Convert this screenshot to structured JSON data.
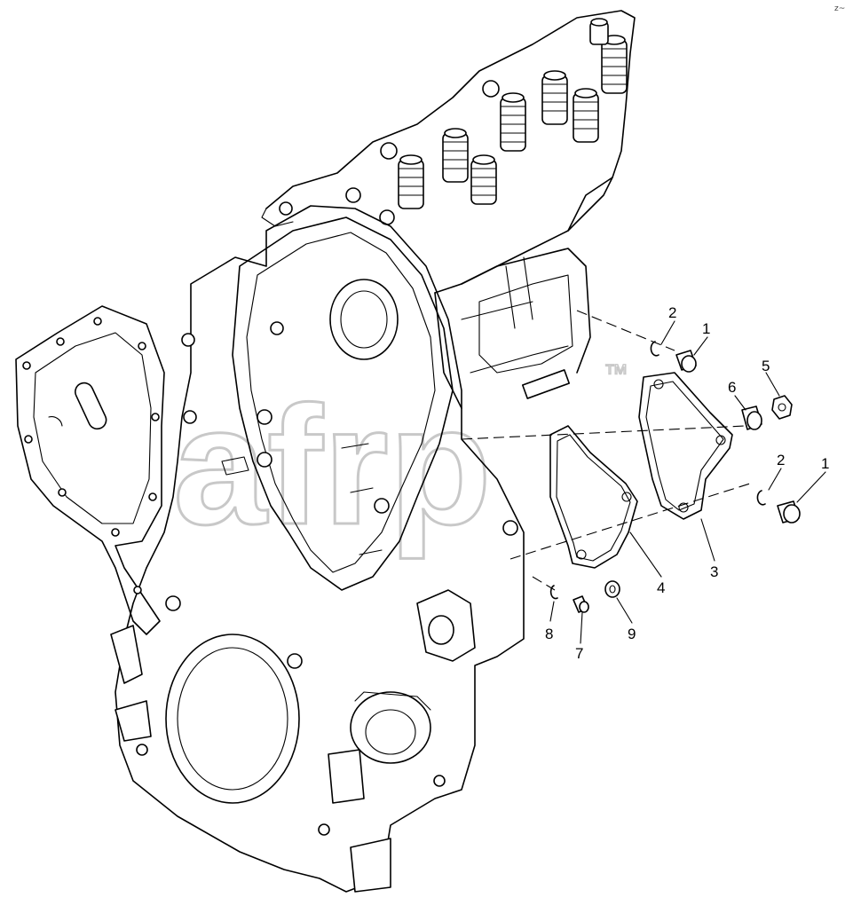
{
  "watermark": {
    "text": "afrp",
    "trademark": "™"
  },
  "corner_mark": "z~",
  "callouts": [
    {
      "id": "c1a",
      "label": "1"
    },
    {
      "id": "c2a",
      "label": "2"
    },
    {
      "id": "c5",
      "label": "5"
    },
    {
      "id": "c6",
      "label": "6"
    },
    {
      "id": "c2b",
      "label": "2"
    },
    {
      "id": "c1b",
      "label": "1"
    },
    {
      "id": "c3",
      "label": "3"
    },
    {
      "id": "c4",
      "label": "4"
    },
    {
      "id": "c8",
      "label": "8"
    },
    {
      "id": "c7",
      "label": "7"
    },
    {
      "id": "c9",
      "label": "9"
    }
  ]
}
